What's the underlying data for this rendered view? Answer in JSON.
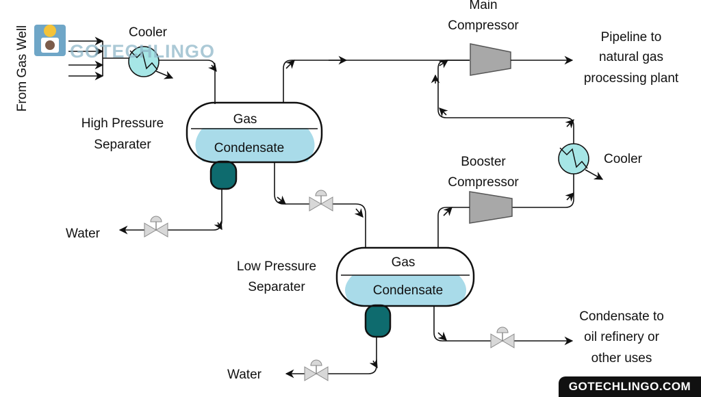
{
  "labels": {
    "from_gas_well": "From Gas Well",
    "cooler_top": "Cooler",
    "main_compressor_line1": "Main",
    "main_compressor_line2": "Compressor",
    "pipeline_line1": "Pipeline to",
    "pipeline_line2": "natural gas",
    "pipeline_line3": "processing plant",
    "hp_separator_line1": "High Pressure",
    "hp_separator_line2": "Separater",
    "hp_gas": "Gas",
    "hp_condensate": "Condensate",
    "cooler_right": "Cooler",
    "booster_line1": "Booster",
    "booster_line2": "Compressor",
    "water_left": "Water",
    "lp_separator_line1": "Low Pressure",
    "lp_separator_line2": "Separater",
    "lp_gas": "Gas",
    "lp_condensate": "Condensate",
    "condensate_out_line1": "Condensate to",
    "condensate_out_line2": "oil refinery or",
    "condensate_out_line3": "other uses",
    "water_bottom": "Water"
  },
  "watermark": "GOTECHLINGO",
  "badge": "GOTECHLINGO.COM",
  "colors": {
    "condensate": "#a9dbe9",
    "water_boot": "#0e6b6e",
    "cooler": "#a6e6e6",
    "compressor": "#a8a8a8",
    "valve": "#d8d8d8"
  },
  "icons": [
    "logo-icon",
    "cooler-icon",
    "compressor-icon",
    "valve-icon",
    "arrow-icon"
  ]
}
